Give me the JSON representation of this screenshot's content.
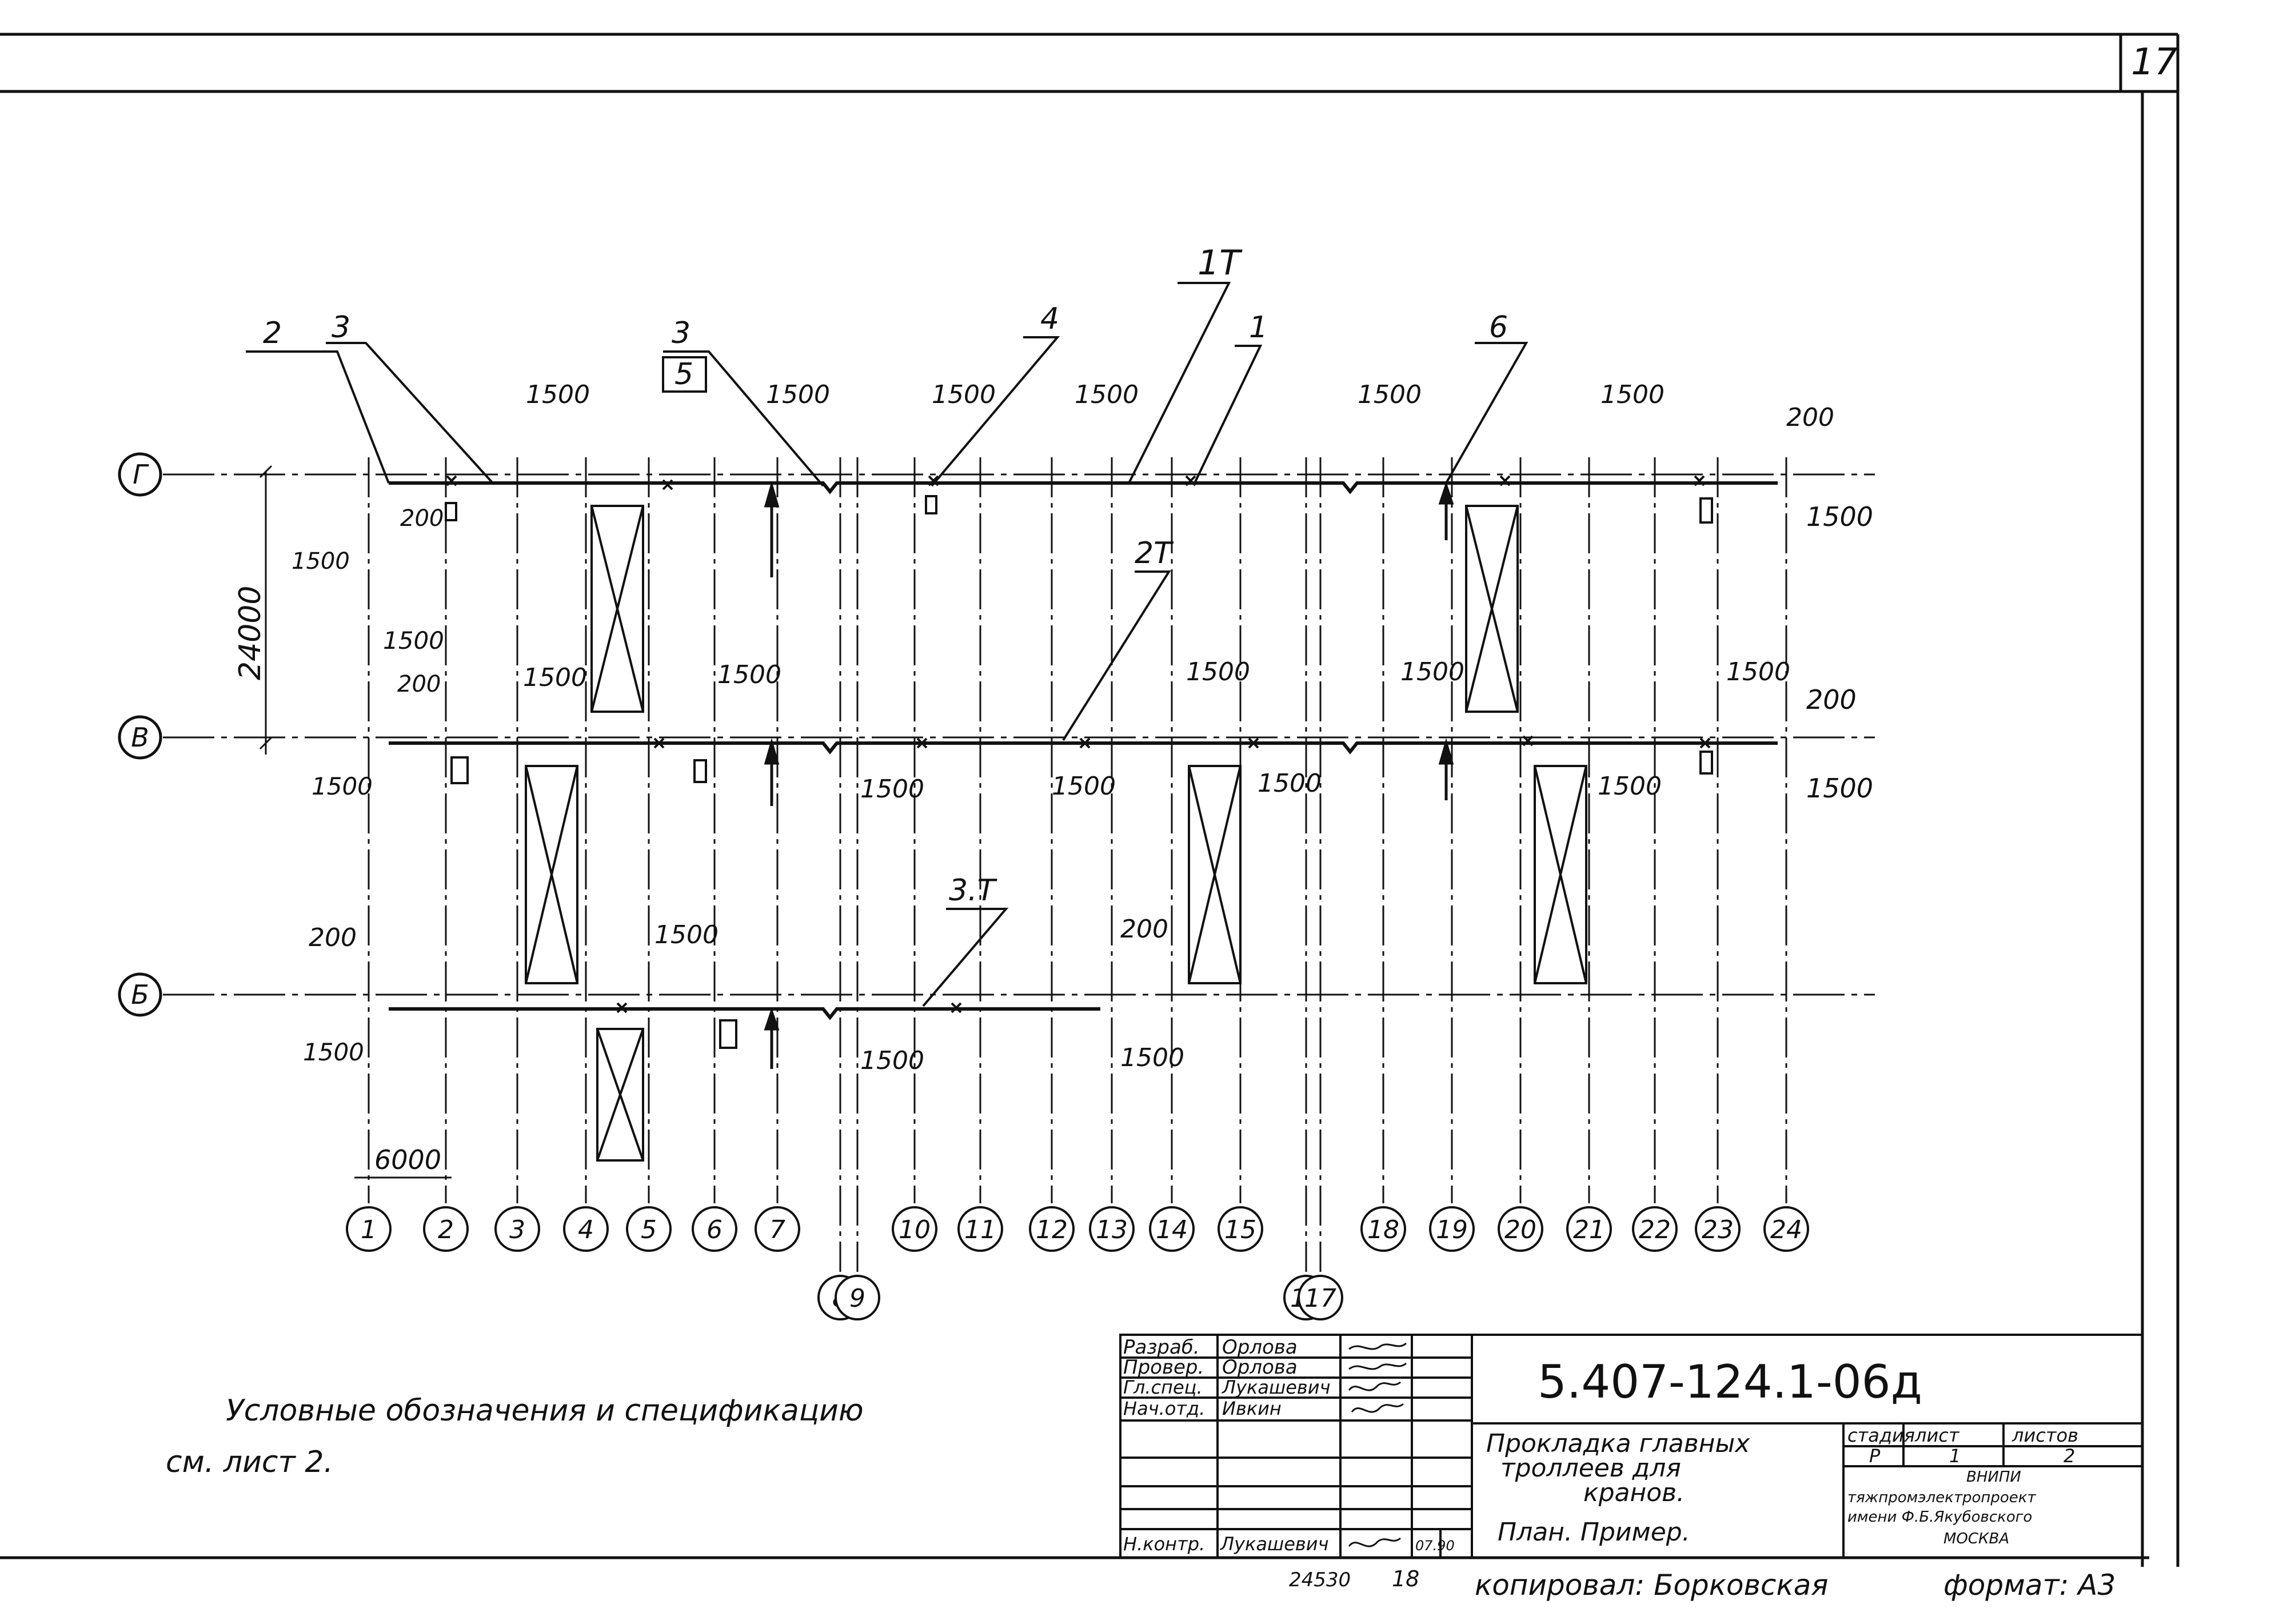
{
  "page_number": "17",
  "axes_rows": [
    {
      "label": "Г"
    },
    {
      "label": "В"
    },
    {
      "label": "Б"
    }
  ],
  "axes_columns": [
    "1",
    "2",
    "3",
    "4",
    "5",
    "6",
    "7",
    "8",
    "9",
    "10",
    "11",
    "12",
    "13",
    "14",
    "15",
    "16",
    "17",
    "18",
    "19",
    "20",
    "21",
    "22",
    "23",
    "24"
  ],
  "callouts": {
    "c2": "2",
    "c3a": "3",
    "c3b": "3",
    "c5": "5",
    "c4": "4",
    "c1T": "1T",
    "c1": "1",
    "c6": "6",
    "c2T": "2T",
    "c3T": "3.T"
  },
  "dimensions": {
    "height_total": "24000",
    "span_bottom": "6000",
    "d1500": "1500",
    "d200": "200"
  },
  "note": {
    "line1": "Условные обозначения и спецификацию",
    "line2": "см. лист 2."
  },
  "title_block": {
    "code": "5.407-124.1-06д",
    "roles": [
      {
        "role": "Разраб.",
        "name": "Орлова"
      },
      {
        "role": "Провер.",
        "name": "Орлова"
      },
      {
        "role": "Гл.спец.",
        "name": "Лукашевич"
      },
      {
        "role": "Нач.отд.",
        "name": "Ивкин"
      },
      {
        "role": "Н.контр.",
        "name": "Лукашевич"
      }
    ],
    "date": "07.90",
    "title_lines": [
      "Прокладка главных",
      "троллеев для",
      "кранов.",
      "План.  Пример."
    ],
    "stage_label": "стадия",
    "sheet_label": "лист",
    "sheets_label": "листов",
    "stage_value": "Р",
    "sheet_value": "1",
    "sheets_value": "2",
    "org_lines": [
      "ВНИПИ",
      "тяжпромэлектропроект",
      "имени Ф.Б.Якубовского",
      "МОСКВА"
    ]
  },
  "footer": {
    "inv": "24530",
    "num": "18",
    "copied": "копировал: Борковская",
    "format": "формат: А3"
  }
}
